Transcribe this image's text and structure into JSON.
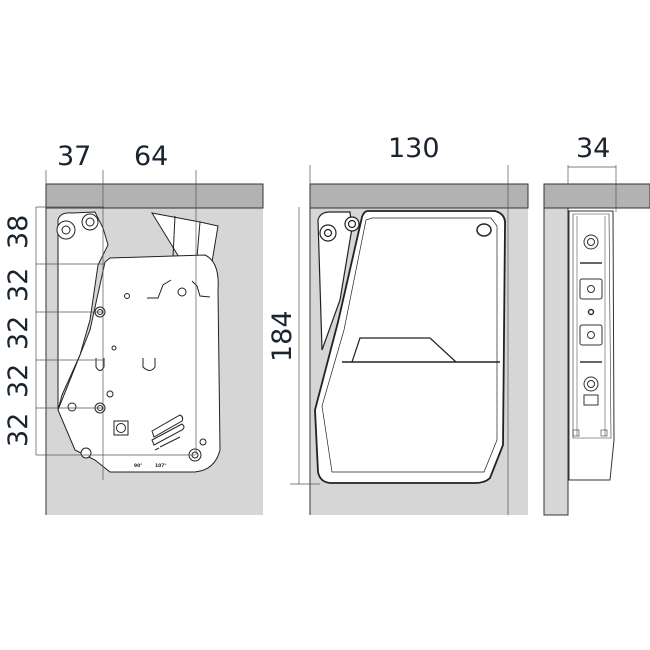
{
  "colors": {
    "background": "#ffffff",
    "cabinet_top_panel": "#b2b2b2",
    "cabinet_side_panel": "#d6d6d6",
    "part_fill": "#ffffff",
    "line": "#222222",
    "dimension_text": "#1a2430"
  },
  "views": {
    "side_view": {
      "horizontal_dimensions": [
        "37",
        "64"
      ],
      "vertical_dimensions": [
        "38",
        "32",
        "32",
        "32",
        "32"
      ],
      "angle_labels": [
        "90°",
        "107°"
      ]
    },
    "cover_view": {
      "horizontal_dimension": "130",
      "vertical_dimension": "184"
    },
    "front_view": {
      "horizontal_dimension": "34"
    }
  }
}
